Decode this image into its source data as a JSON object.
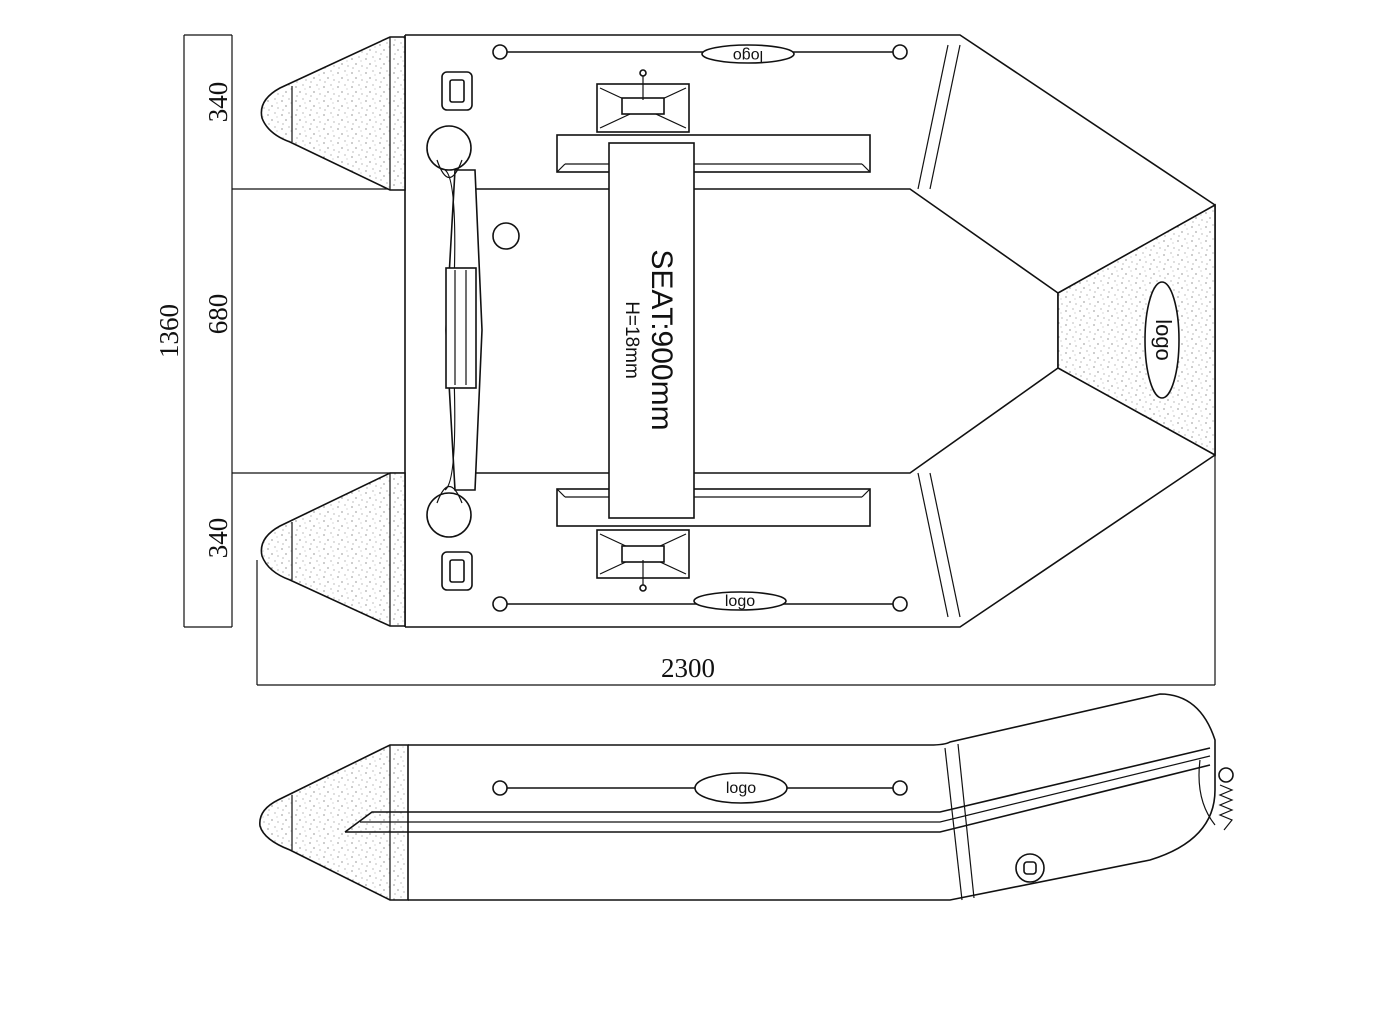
{
  "dimensions": {
    "total_width": "1360",
    "tube_top": "340",
    "deck_width": "680",
    "tube_bottom": "340",
    "length": "2300"
  },
  "labels": {
    "seat": "SEAT:900mm",
    "seat_height": "H=18mm",
    "logo_top_rail": "logo",
    "logo_bow": "logo",
    "logo_bottom_rail": "logo",
    "logo_side_view": "logo"
  },
  "colors": {
    "line": "#111111",
    "background": "#ffffff",
    "speckle": "#555555"
  }
}
